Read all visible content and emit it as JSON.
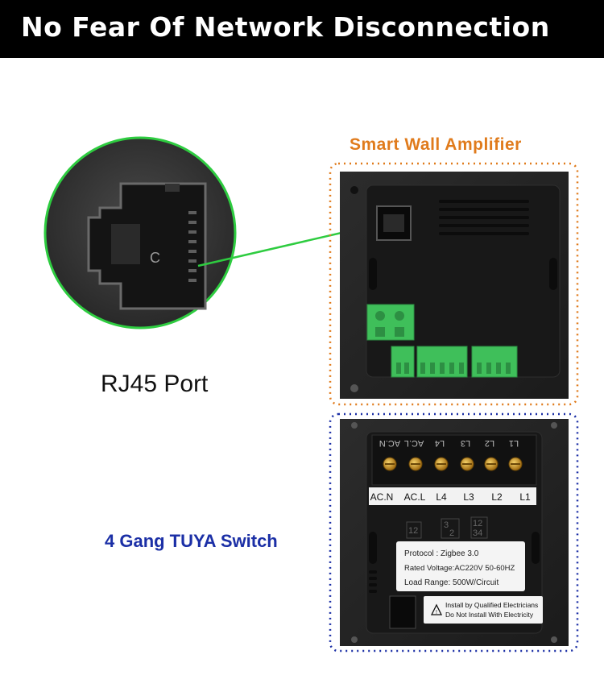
{
  "banner": {
    "title": "No Fear Of Network Disconnection"
  },
  "labels": {
    "amplifier": "Smart Wall Amplifier",
    "port": "RJ45 Port",
    "switch": "4 Gang TUYA Switch"
  },
  "terminals": {
    "top_marks": [
      "AC.N",
      "AC.L",
      "L4",
      "L3",
      "L2",
      "L1"
    ],
    "labels": [
      "AC.N",
      "AC.L",
      "L4",
      "L3",
      "L2",
      "L1"
    ],
    "gang_marks": [
      "12",
      "3",
      "2",
      "12",
      "34"
    ]
  },
  "spec_label": {
    "protocol": "Protocol : Zigbee 3.0",
    "voltage": "Rated Voltage:AC220V 50-60HZ",
    "load": "Load Range: 500W/Circuit"
  },
  "warning": {
    "line1": "Install by Qualified Electricians",
    "line2": "Do Not Install With Electricity"
  },
  "colors": {
    "accent_orange": "#e07b1c",
    "accent_blue": "#1b2fa6",
    "highlight_green": "#2ecc40",
    "terminal_green": "#3fbf5a"
  }
}
